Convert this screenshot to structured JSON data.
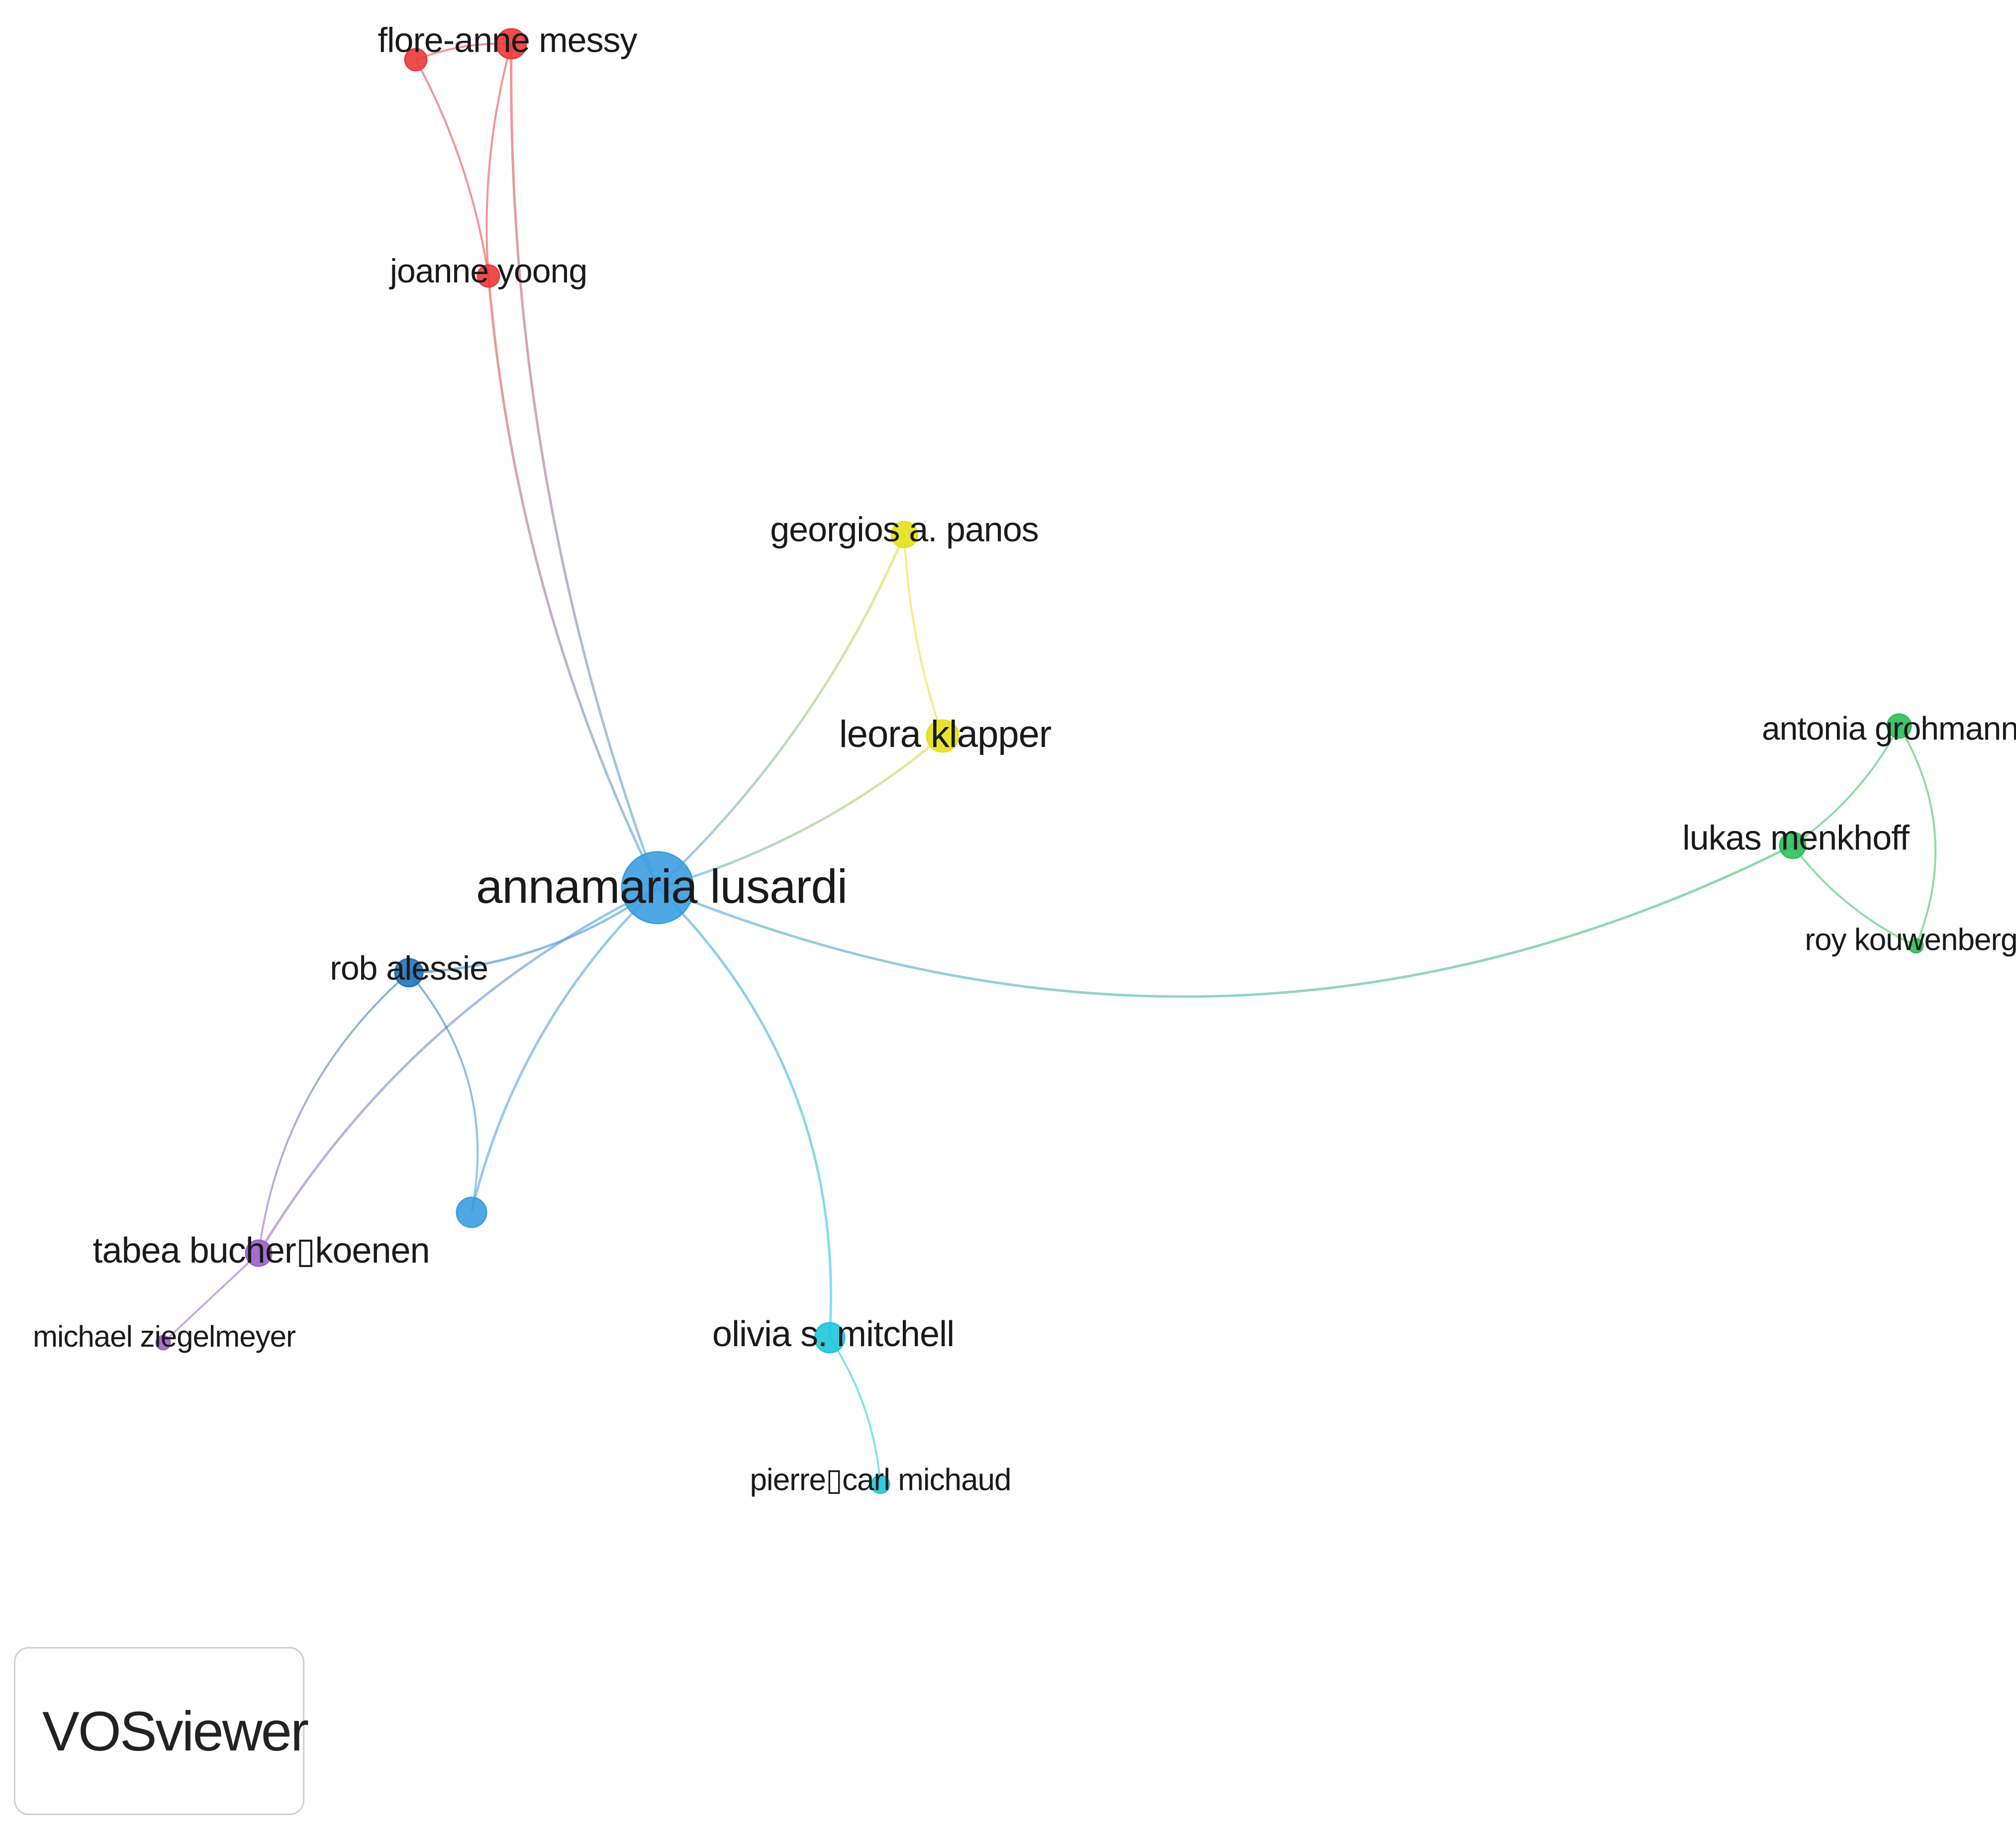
{
  "network": {
    "nodes": [
      {
        "id": "lusardi",
        "label": "annamaria lusardi",
        "color": "#3b9ee0",
        "cluster": "blue",
        "weight": 10
      },
      {
        "id": "alessie",
        "label": "rob alessie",
        "color": "#1f74b8",
        "cluster": "blue",
        "weight": 3
      },
      {
        "id": "unlabeled",
        "label": "",
        "color": "#3b9ee0",
        "cluster": "blue",
        "weight": 3
      },
      {
        "id": "messy",
        "label": "flore-anne messy",
        "color": "#ec3a3a",
        "cluster": "red",
        "weight": 3
      },
      {
        "id": "red2",
        "label": "",
        "color": "#ec3a3a",
        "cluster": "red",
        "weight": 2
      },
      {
        "id": "yoong",
        "label": "joanne yoong",
        "color": "#ec3a3a",
        "cluster": "red",
        "weight": 2
      },
      {
        "id": "panos",
        "label": "georgios a. panos",
        "color": "#e6df1c",
        "cluster": "yellow",
        "weight": 2
      },
      {
        "id": "klapper",
        "label": "leora klapper",
        "color": "#e6df1c",
        "cluster": "yellow",
        "weight": 3
      },
      {
        "id": "grohmann",
        "label": "antonia grohmann",
        "color": "#2fbf5a",
        "cluster": "green",
        "weight": 2
      },
      {
        "id": "menkhoff",
        "label": "lukas menkhoff",
        "color": "#2fbf5a",
        "cluster": "green",
        "weight": 3
      },
      {
        "id": "kouwenberg",
        "label": "roy kouwenberg",
        "color": "#2fbf5a",
        "cluster": "green",
        "weight": 1
      },
      {
        "id": "koenen",
        "label": "tabea bucher▯koenen",
        "color": "#9a62c9",
        "cluster": "purple",
        "weight": 2
      },
      {
        "id": "ziegelmeyer",
        "label": "michael ziegelmeyer",
        "color": "#9a62c9",
        "cluster": "purple",
        "weight": 1
      },
      {
        "id": "mitchell",
        "label": "olivia s. mitchell",
        "color": "#1ec6dc",
        "cluster": "cyan",
        "weight": 3
      },
      {
        "id": "michaud",
        "label": "pierre▯carl michaud",
        "color": "#1ec6dc",
        "cluster": "cyan",
        "weight": 1
      }
    ],
    "edges": [
      {
        "source": "lusardi",
        "target": "alessie"
      },
      {
        "source": "lusardi",
        "target": "unlabeled"
      },
      {
        "source": "lusardi",
        "target": "koenen"
      },
      {
        "source": "lusardi",
        "target": "mitchell"
      },
      {
        "source": "lusardi",
        "target": "yoong"
      },
      {
        "source": "lusardi",
        "target": "messy"
      },
      {
        "source": "lusardi",
        "target": "panos"
      },
      {
        "source": "lusardi",
        "target": "klapper"
      },
      {
        "source": "lusardi",
        "target": "menkhoff"
      },
      {
        "source": "alessie",
        "target": "unlabeled"
      },
      {
        "source": "alessie",
        "target": "koenen"
      },
      {
        "source": "messy",
        "target": "yoong"
      },
      {
        "source": "red2",
        "target": "yoong"
      },
      {
        "source": "messy",
        "target": "red2"
      },
      {
        "source": "panos",
        "target": "klapper"
      },
      {
        "source": "grohmann",
        "target": "menkhoff"
      },
      {
        "source": "menkhoff",
        "target": "kouwenberg"
      },
      {
        "source": "grohmann",
        "target": "kouwenberg"
      },
      {
        "source": "koenen",
        "target": "ziegelmeyer"
      },
      {
        "source": "mitchell",
        "target": "michaud"
      }
    ]
  },
  "logo": {
    "text": "VOSviewer"
  }
}
